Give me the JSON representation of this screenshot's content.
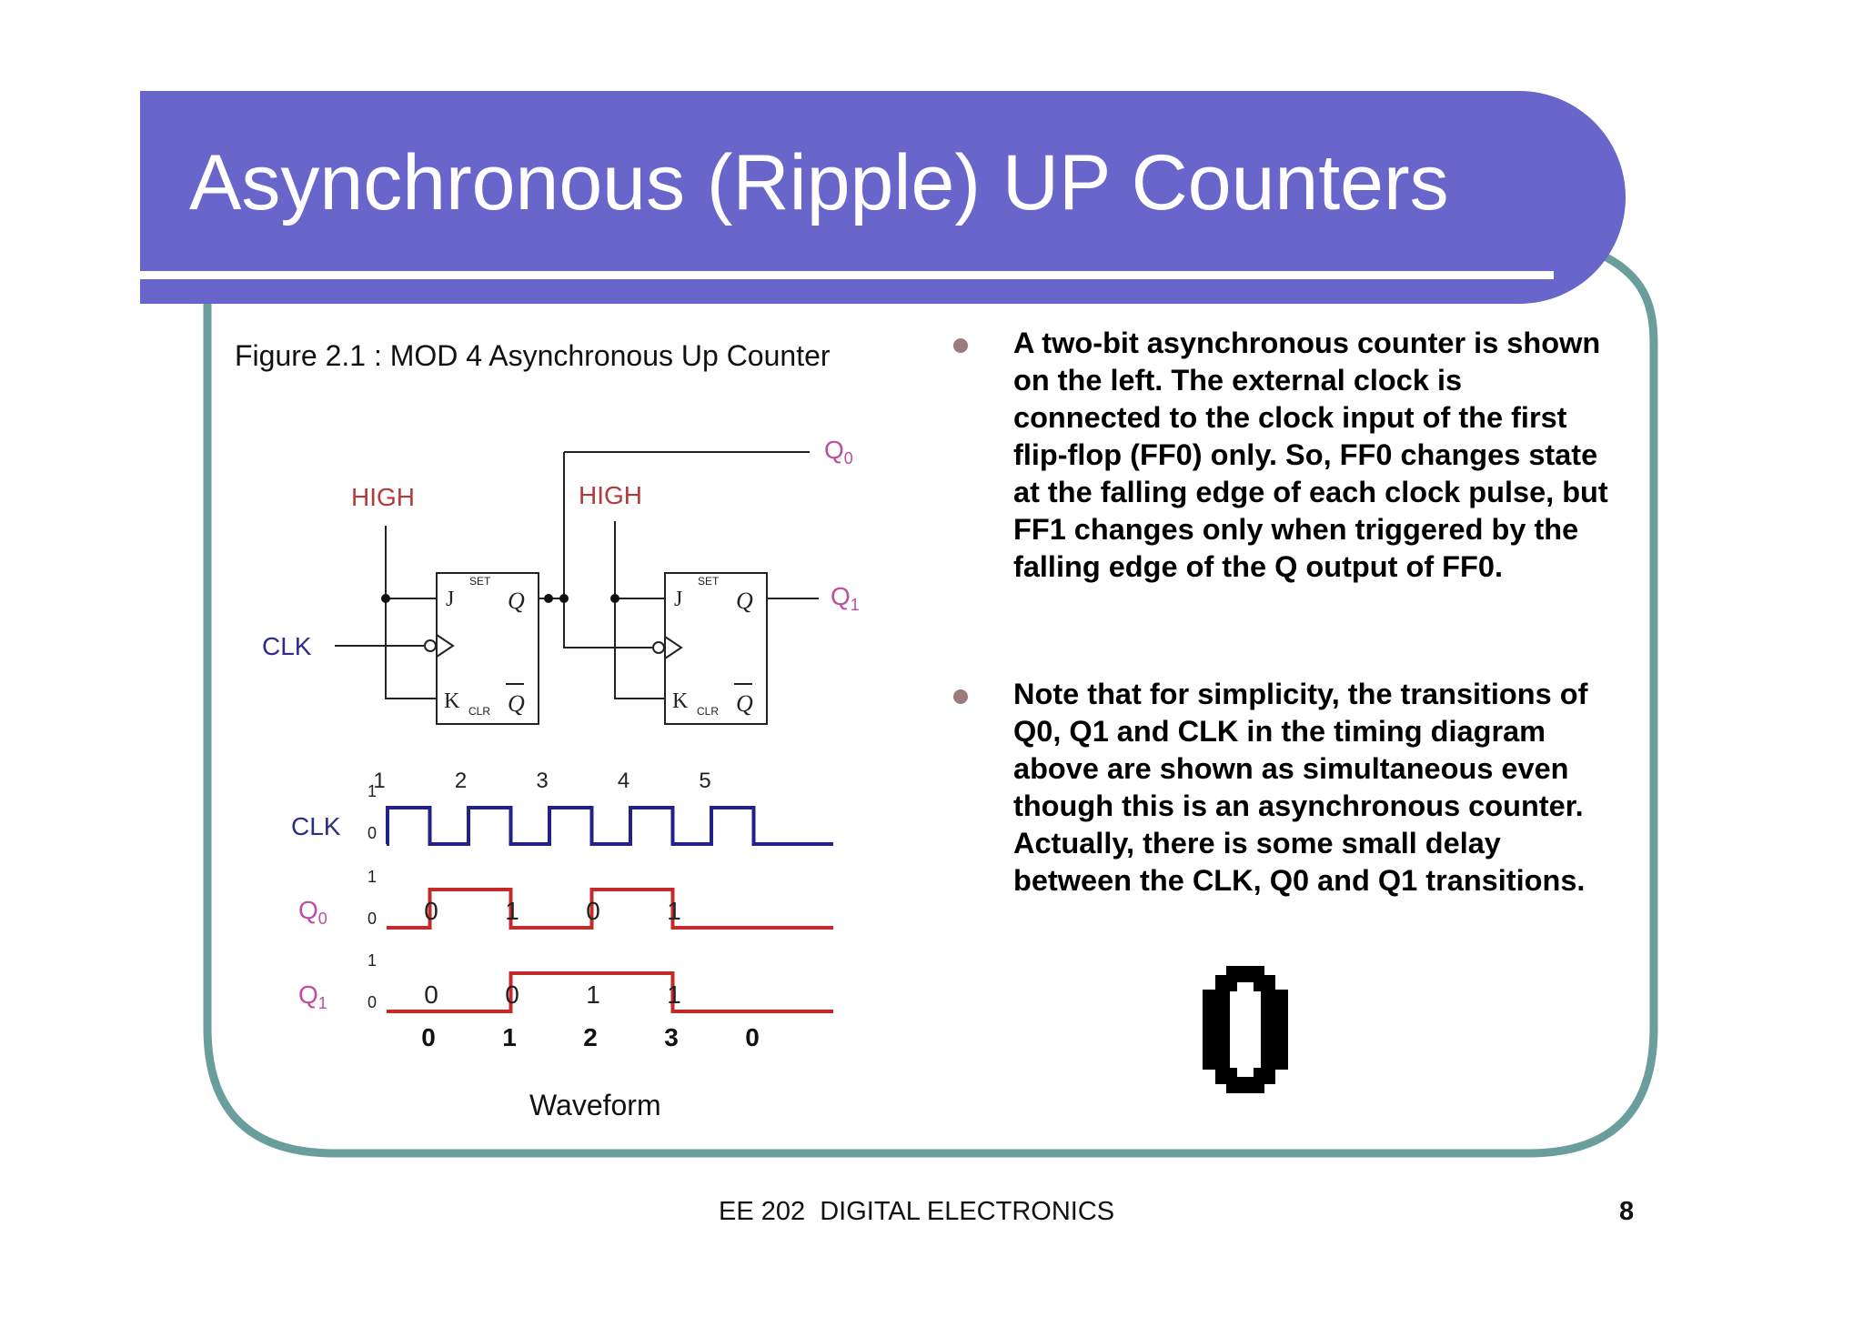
{
  "slide": {
    "title": "Asynchronous (Ripple) UP Counters",
    "accent_color": "#6866cb",
    "border_color": "#6a9e9c"
  },
  "figure": {
    "caption": "Figure 2.1 : MOD 4 Asynchronous Up Counter",
    "waveform_caption": "Waveform"
  },
  "circuit": {
    "high_label_1": "HIGH",
    "high_label_2": "HIGH",
    "clk_label": "CLK",
    "q0_label": "Q",
    "q0_sub": "0",
    "q1_label": "Q",
    "q1_sub": "1",
    "ff_j": "J",
    "ff_k": "K",
    "ff_q": "Q",
    "ff_set": "SET",
    "ff_clr": "CLR",
    "high_color": "#b23a3a",
    "clk_color": "#2c2c8a",
    "q_color": "#c04da0"
  },
  "timing": {
    "pulse_numbers": [
      "1",
      "2",
      "3",
      "4",
      "5"
    ],
    "level_high": "1",
    "level_low": "0",
    "clk_label": "CLK",
    "q0_label": "Q",
    "q0_sub": "0",
    "q1_label": "Q",
    "q1_sub": "1",
    "q0_values": [
      "0",
      "1",
      "0",
      "1"
    ],
    "q1_values": [
      "0",
      "0",
      "1",
      "1"
    ],
    "count_values": [
      "0",
      "1",
      "2",
      "3",
      "0"
    ],
    "clk_wave_color": "#22228a",
    "q_wave_color": "#c42a2a"
  },
  "bullets": [
    "A two-bit asynchronous counter is shown on the left.  The external clock is connected to the clock input of the first flip-flop (FF0) only.  So, FF0 changes state at the falling edge of each clock pulse, but FF1 changes only when triggered by the falling edge of the Q output of FF0.",
    "Note that for simplicity, the transitions of Q0, Q1 and CLK in the timing diagram above are shown as simultaneous even though this is an asynchronous counter.  Actually, there is some small delay between the CLK, Q0 and Q1 transitions."
  ],
  "counter_display": {
    "digit": "0"
  },
  "footer": {
    "text": "EE 202  DIGITAL ELECTRONICS",
    "page_number": "8"
  }
}
